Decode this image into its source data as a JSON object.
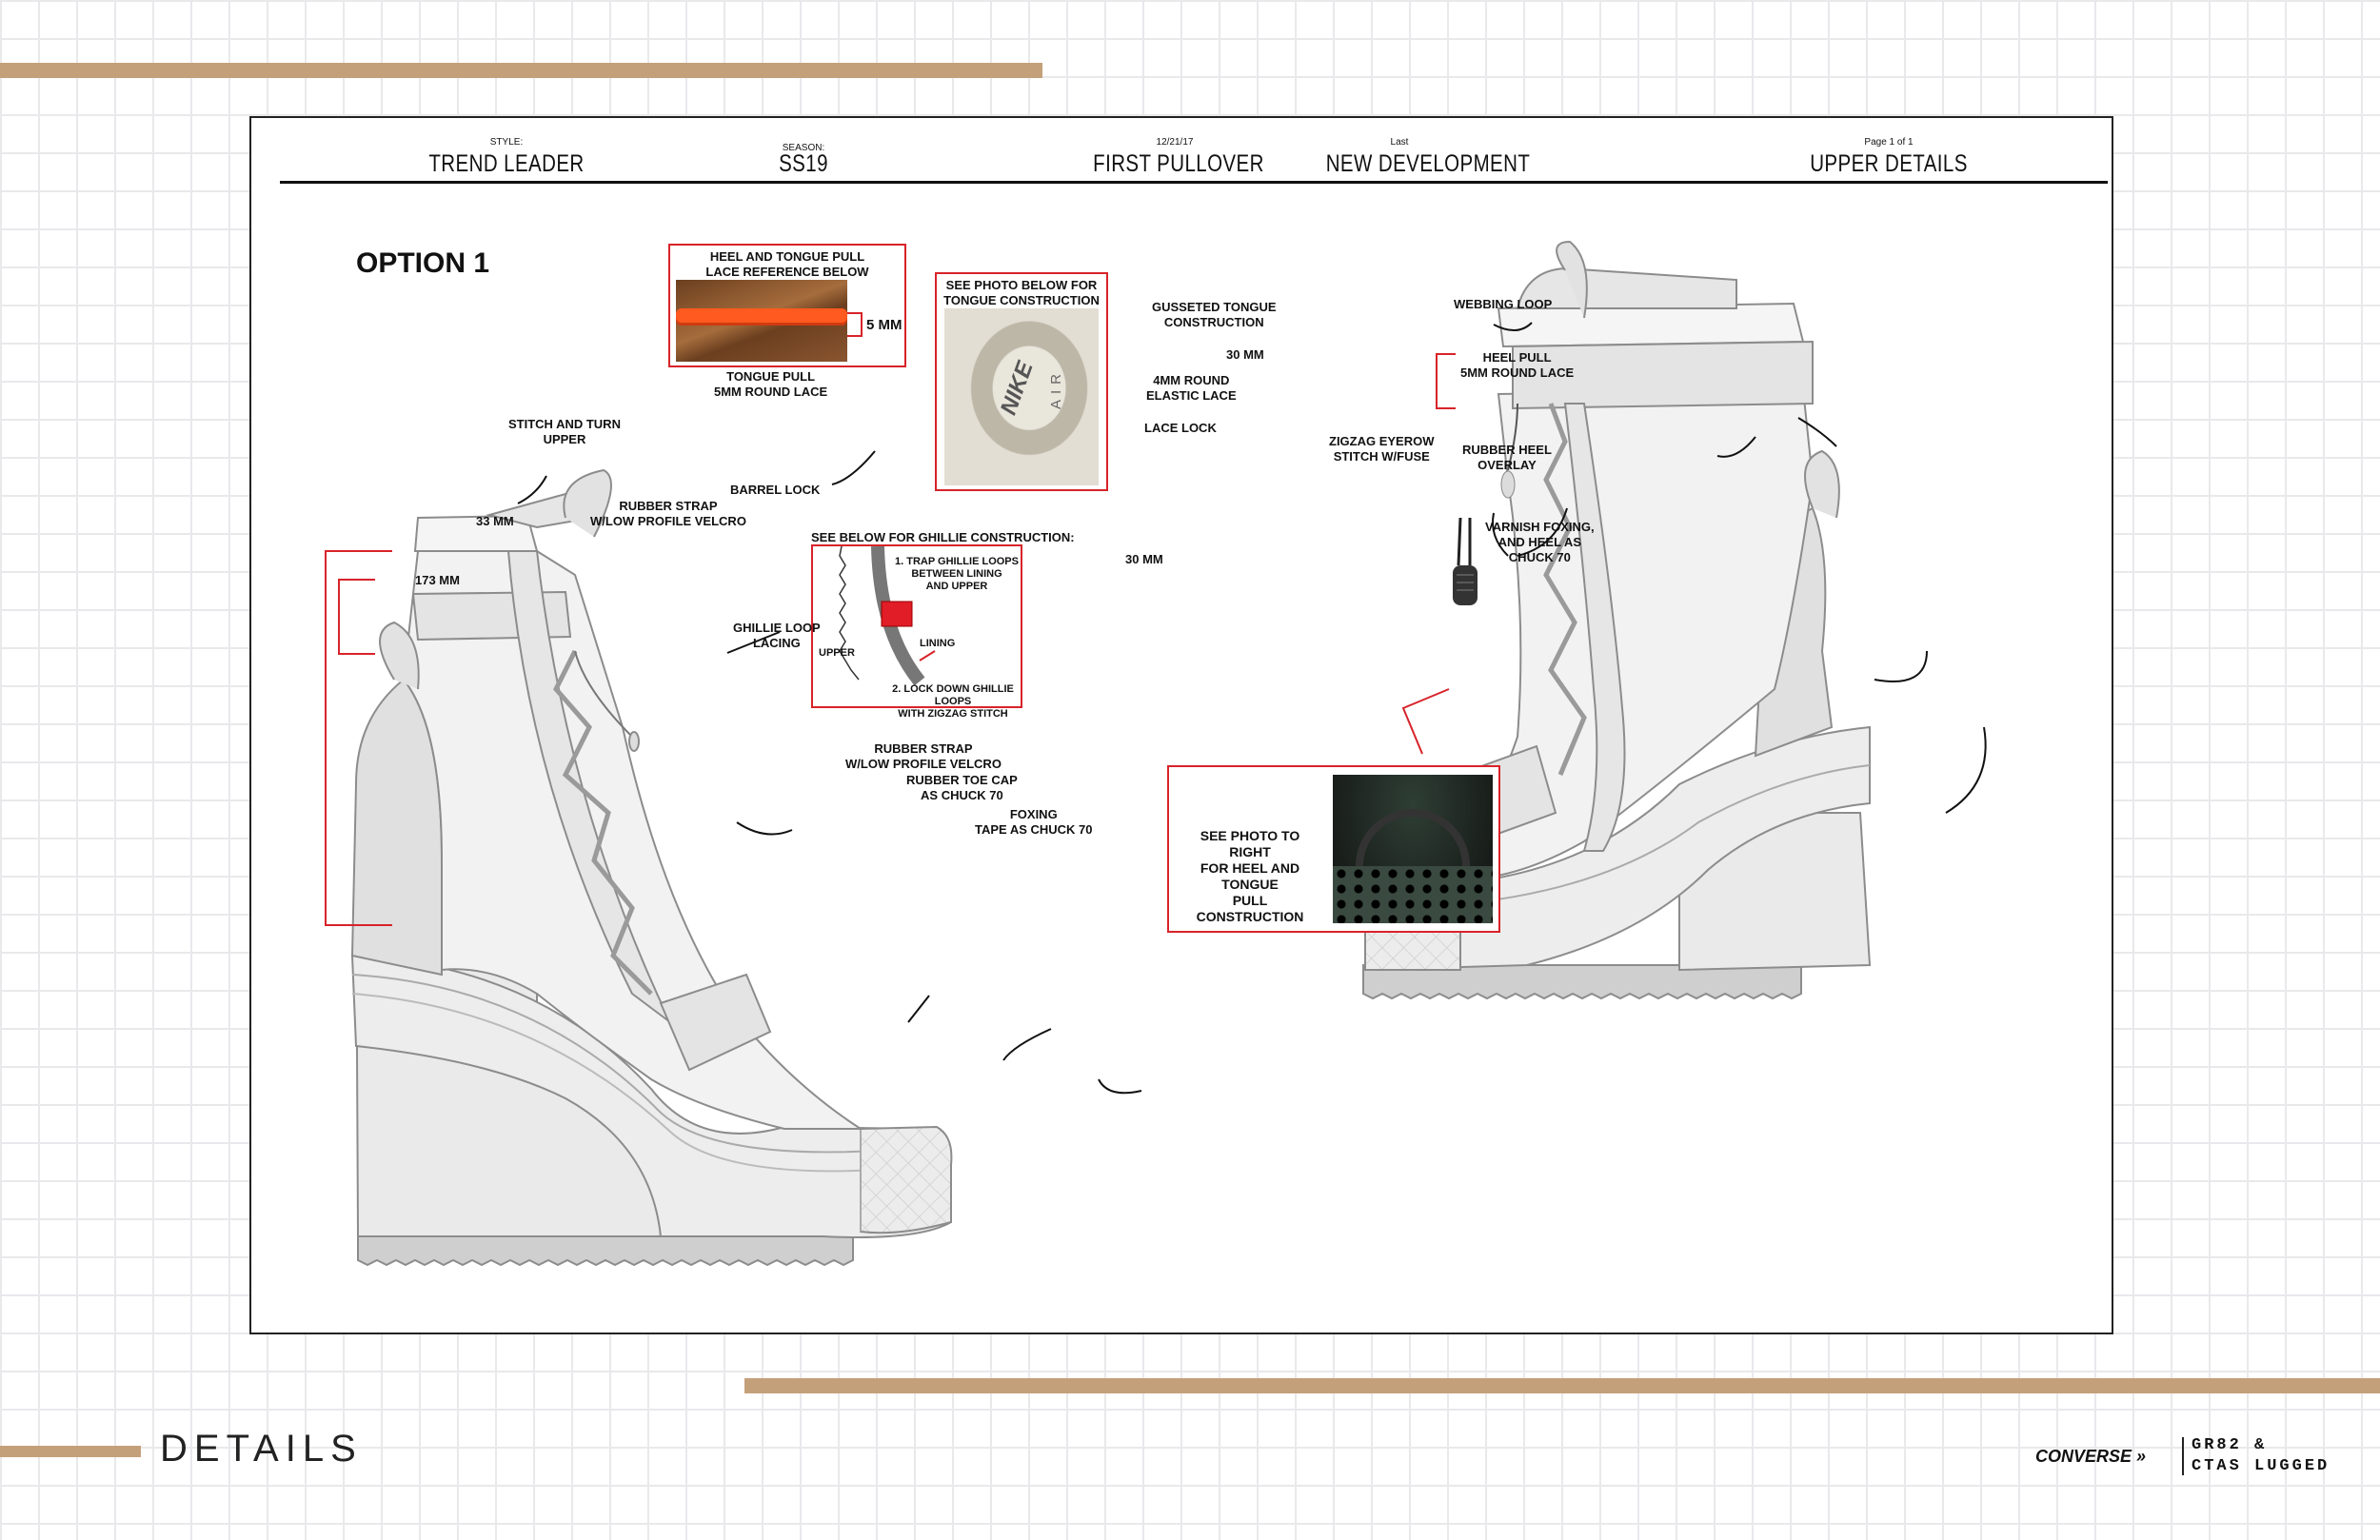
{
  "header": {
    "style_caption": "STYLE:",
    "style_value": "TREND LEADER",
    "season_caption": "SEASON:",
    "season_value": "SS19",
    "date_caption": "12/21/17",
    "date_value": "FIRST PULLOVER",
    "last_caption": "Last",
    "last_value": "NEW DEVELOPMENT",
    "page_caption": "Page 1 of 1",
    "page_value": "UPPER DETAILS"
  },
  "option_title": "OPTION 1",
  "callouts": {
    "lace_ref": "HEEL AND TONGUE PULL\nLACE REFERENCE BELOW",
    "five_mm": "5 MM",
    "tongue_pull": "TONGUE PULL\n5MM ROUND LACE",
    "stitch_turn": "STITCH AND TURN\nUPPER",
    "barrel_lock": "BARREL LOCK",
    "rubber_strap_top": "RUBBER STRAP\nW/LOW PROFILE VELCRO",
    "mm33": "33 MM",
    "mm173": "173 MM",
    "ghillie_lacing": "GHILLIE LOOP\nLACING",
    "rubber_strap_low": "RUBBER STRAP\nW/LOW PROFILE VELCRO",
    "toe_cap": "RUBBER TOE CAP\nAS CHUCK 70",
    "foxing_tape": "FOXING\nTAPE AS CHUCK 70",
    "ghillie_title": "SEE BELOW FOR GHILLIE CONSTRUCTION:",
    "trap_loops": "1. TRAP GHILLIE LOOPS\nBETWEEN LINING\nAND UPPER",
    "upper": "UPPER",
    "lining": "LINING",
    "lock_down": "2. LOCK DOWN GHILLIE LOOPS\nWITH ZIGZAG STITCH",
    "tongue_photo": "SEE PHOTO BELOW FOR\nTONGUE CONSTRUCTION",
    "gusseted": "GUSSETED TONGUE\nCONSTRUCTION",
    "mm30_top": "30 MM",
    "elastic_lace": "4MM ROUND\nELASTIC LACE",
    "lace_lock": "LACE LOCK",
    "mm30_low": "30 MM",
    "zigzag": "ZIGZAG EYEROW\nSTITCH W/FUSE",
    "webbing": "WEBBING LOOP",
    "heel_pull": "HEEL PULL\n5MM ROUND LACE",
    "heel_overlay": "RUBBER HEEL\nOVERLAY",
    "varnish": "VARNISH FOXING,\nAND HEEL AS\nCHUCK 70",
    "heel_photo": "SEE PHOTO TO RIGHT\nFOR HEEL AND TONGUE\nPULL CONSTRUCTION"
  },
  "photo_text": {
    "brand_mark": "NIKE",
    "air_mark": "AIR"
  },
  "footer": {
    "title": "DETAILS",
    "brand": "CONVERSE",
    "model_line1": "GR82 &",
    "model_line2": "CTAS LUGGED"
  },
  "colors": {
    "accent_bar": "#c4a07a",
    "callout_box": "#d8232a",
    "lace_orange": "#ff5a1f"
  }
}
